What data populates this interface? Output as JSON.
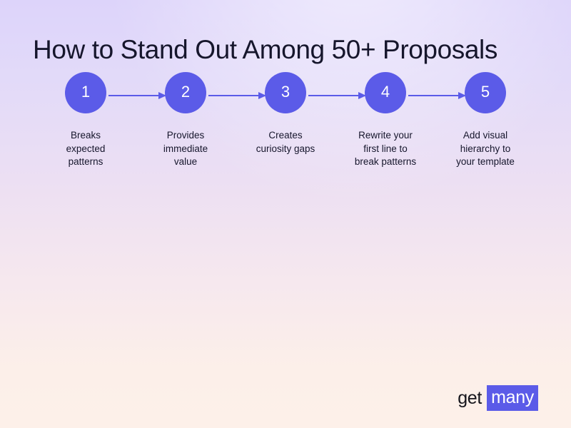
{
  "slide": {
    "title": "How to Stand Out Among 50+ Proposals",
    "background": {
      "top_color": "#ddd4fa",
      "bottom_color": "#fdf0e9"
    },
    "accent_color": "#5b5be8",
    "text_color": "#16162c"
  },
  "flow": {
    "steps": [
      {
        "number": "1",
        "label": "Breaks\nexpected\npatterns"
      },
      {
        "number": "2",
        "label": "Provides\nimmediate\nvalue"
      },
      {
        "number": "3",
        "label": "Creates\ncuriosity gaps"
      },
      {
        "number": "4",
        "label": "Rewrite your\nfirst line to\nbreak patterns"
      },
      {
        "number": "5",
        "label": "Add visual\nhierarchy to\nyour template"
      }
    ],
    "connectors": [
      {
        "from": "1",
        "to": "2",
        "icon": "arrow-right-icon"
      },
      {
        "from": "2",
        "to": "3",
        "icon": "arrow-right-icon"
      },
      {
        "from": "3",
        "to": "4",
        "icon": "arrow-right-icon"
      },
      {
        "from": "4",
        "to": "5",
        "icon": "arrow-right-icon"
      }
    ]
  },
  "logo": {
    "word_one": "get",
    "word_two": "many",
    "highlight_color": "#5b5be8"
  }
}
